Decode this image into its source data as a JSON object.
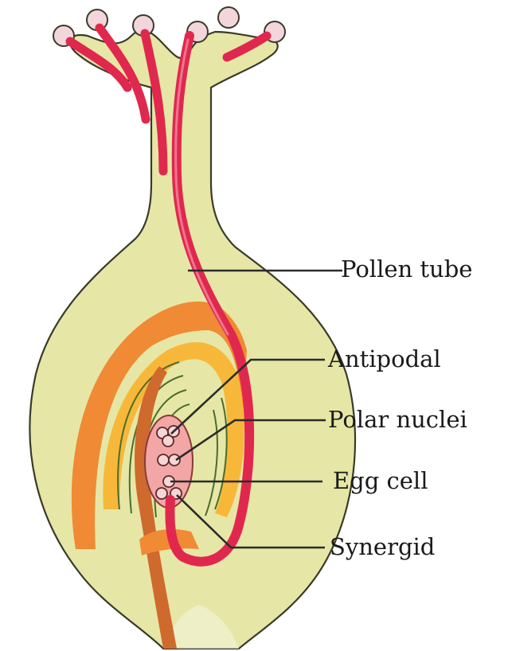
{
  "figure": {
    "labels": {
      "pollen_tube": "Pollen tube",
      "antipodal": "Antipodal",
      "polar_nuclei": "Polar nuclei",
      "egg_cell": "Egg cell",
      "synergid": "Synergid"
    },
    "colors": {
      "pistil_fill": "#e6e7a6",
      "pistil_outline": "#3a3a2a",
      "pollen_tube": "#e0284f",
      "pollen_grain": "#f3d6dc",
      "integument_outer": "#f08a34",
      "integument_inner": "#f7b83a",
      "nucellus_lines": "#4c6b2e",
      "embryo_sac": "#f2a6a6",
      "funicle": "#cf6a2e",
      "label_text": "#1a1a1a"
    },
    "icons": [
      "pistil",
      "pollen-grain",
      "pollen-tube",
      "ovule",
      "embryo-sac"
    ]
  }
}
